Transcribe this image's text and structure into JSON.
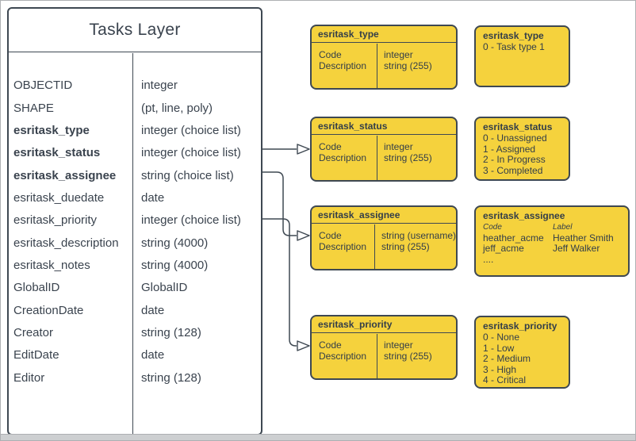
{
  "tasks_layer": {
    "title": "Tasks Layer",
    "rows": [
      {
        "name": "OBJECTID",
        "type": "integer"
      },
      {
        "name": "SHAPE",
        "type": "(pt, line, poly)"
      },
      {
        "name": "esritask_type",
        "type": "integer (choice list)"
      },
      {
        "name": "esritask_status",
        "type": "integer (choice list)"
      },
      {
        "name": "esritask_assignee",
        "type": "string (choice list)"
      },
      {
        "name": "esritask_duedate",
        "type": "date"
      },
      {
        "name": "esritask_priority",
        "type": "integer (choice list)"
      },
      {
        "name": "esritask_description",
        "type": "string (4000)"
      },
      {
        "name": "esritask_notes",
        "type": "string (4000)"
      },
      {
        "name": "GlobalID",
        "type": "GlobalID"
      },
      {
        "name": "CreationDate",
        "type": "date"
      },
      {
        "name": "Creator",
        "type": "string (128)"
      },
      {
        "name": "EditDate",
        "type": "date"
      },
      {
        "name": "Editor",
        "type": "string (128)"
      }
    ]
  },
  "domain_tables": [
    {
      "title": "esritask_type",
      "fields": [
        {
          "name": "Code",
          "type": "integer"
        },
        {
          "name": "Description",
          "type": "string (255)"
        }
      ]
    },
    {
      "title": "esritask_status",
      "fields": [
        {
          "name": "Code",
          "type": "integer"
        },
        {
          "name": "Description",
          "type": "string (255)"
        }
      ]
    },
    {
      "title": "esritask_assignee",
      "fields": [
        {
          "name": "Code",
          "type": "string (username)"
        },
        {
          "name": "Description",
          "type": "string (255)"
        }
      ]
    },
    {
      "title": "esritask_priority",
      "fields": [
        {
          "name": "Code",
          "type": "integer"
        },
        {
          "name": "Description",
          "type": "string (255)"
        }
      ]
    }
  ],
  "value_lists": [
    {
      "title": "esritask_type",
      "items": [
        "0 - Task type 1"
      ]
    },
    {
      "title": "esritask_status",
      "items": [
        "0 - Unassigned",
        "1 - Assigned",
        "2 - In Progress",
        "3 - Completed"
      ]
    },
    {
      "title": "esritask_assignee",
      "col_code": "Code",
      "col_label": "Label",
      "rows": [
        {
          "code": "heather_acme",
          "label": "Heather Smith"
        },
        {
          "code": "jeff_acme",
          "label": "Jeff Walker"
        }
      ],
      "more": "...."
    },
    {
      "title": "esritask_priority",
      "items": [
        "0 - None",
        "1 - Low",
        "2 - Medium",
        "3 - High",
        "4 - Critical"
      ]
    }
  ],
  "colors": {
    "box_fill": "#f5d23d",
    "stroke": "#3e4852",
    "box_text": "#333e49",
    "table_text": "#3a434e",
    "frame": "#aeb0b3",
    "scrollbar": "#cdcfd1"
  }
}
